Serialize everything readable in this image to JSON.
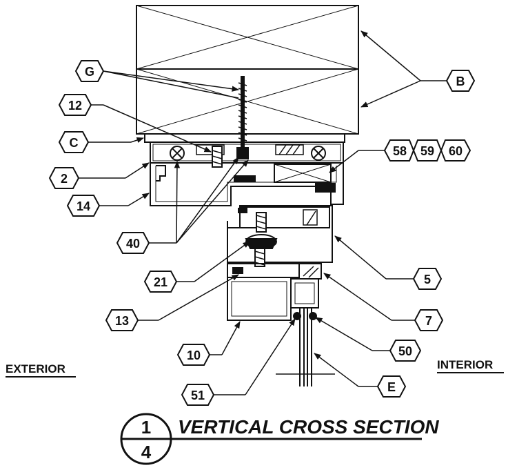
{
  "drawing": {
    "title": "VERTICAL CROSS SECTION",
    "detail_number": "1",
    "sheet_number": "4",
    "exterior_label": "EXTERIOR",
    "interior_label": "INTERIOR"
  },
  "tags": {
    "G": "G",
    "B": "B",
    "t12": "12",
    "C": "C",
    "t2": "2",
    "t14": "14",
    "t40": "40",
    "t58": "58",
    "t59": "59",
    "t60": "60",
    "t21": "21",
    "t5": "5",
    "t13": "13",
    "t7": "7",
    "t10": "10",
    "t50": "50",
    "t51": "51",
    "E": "E"
  }
}
